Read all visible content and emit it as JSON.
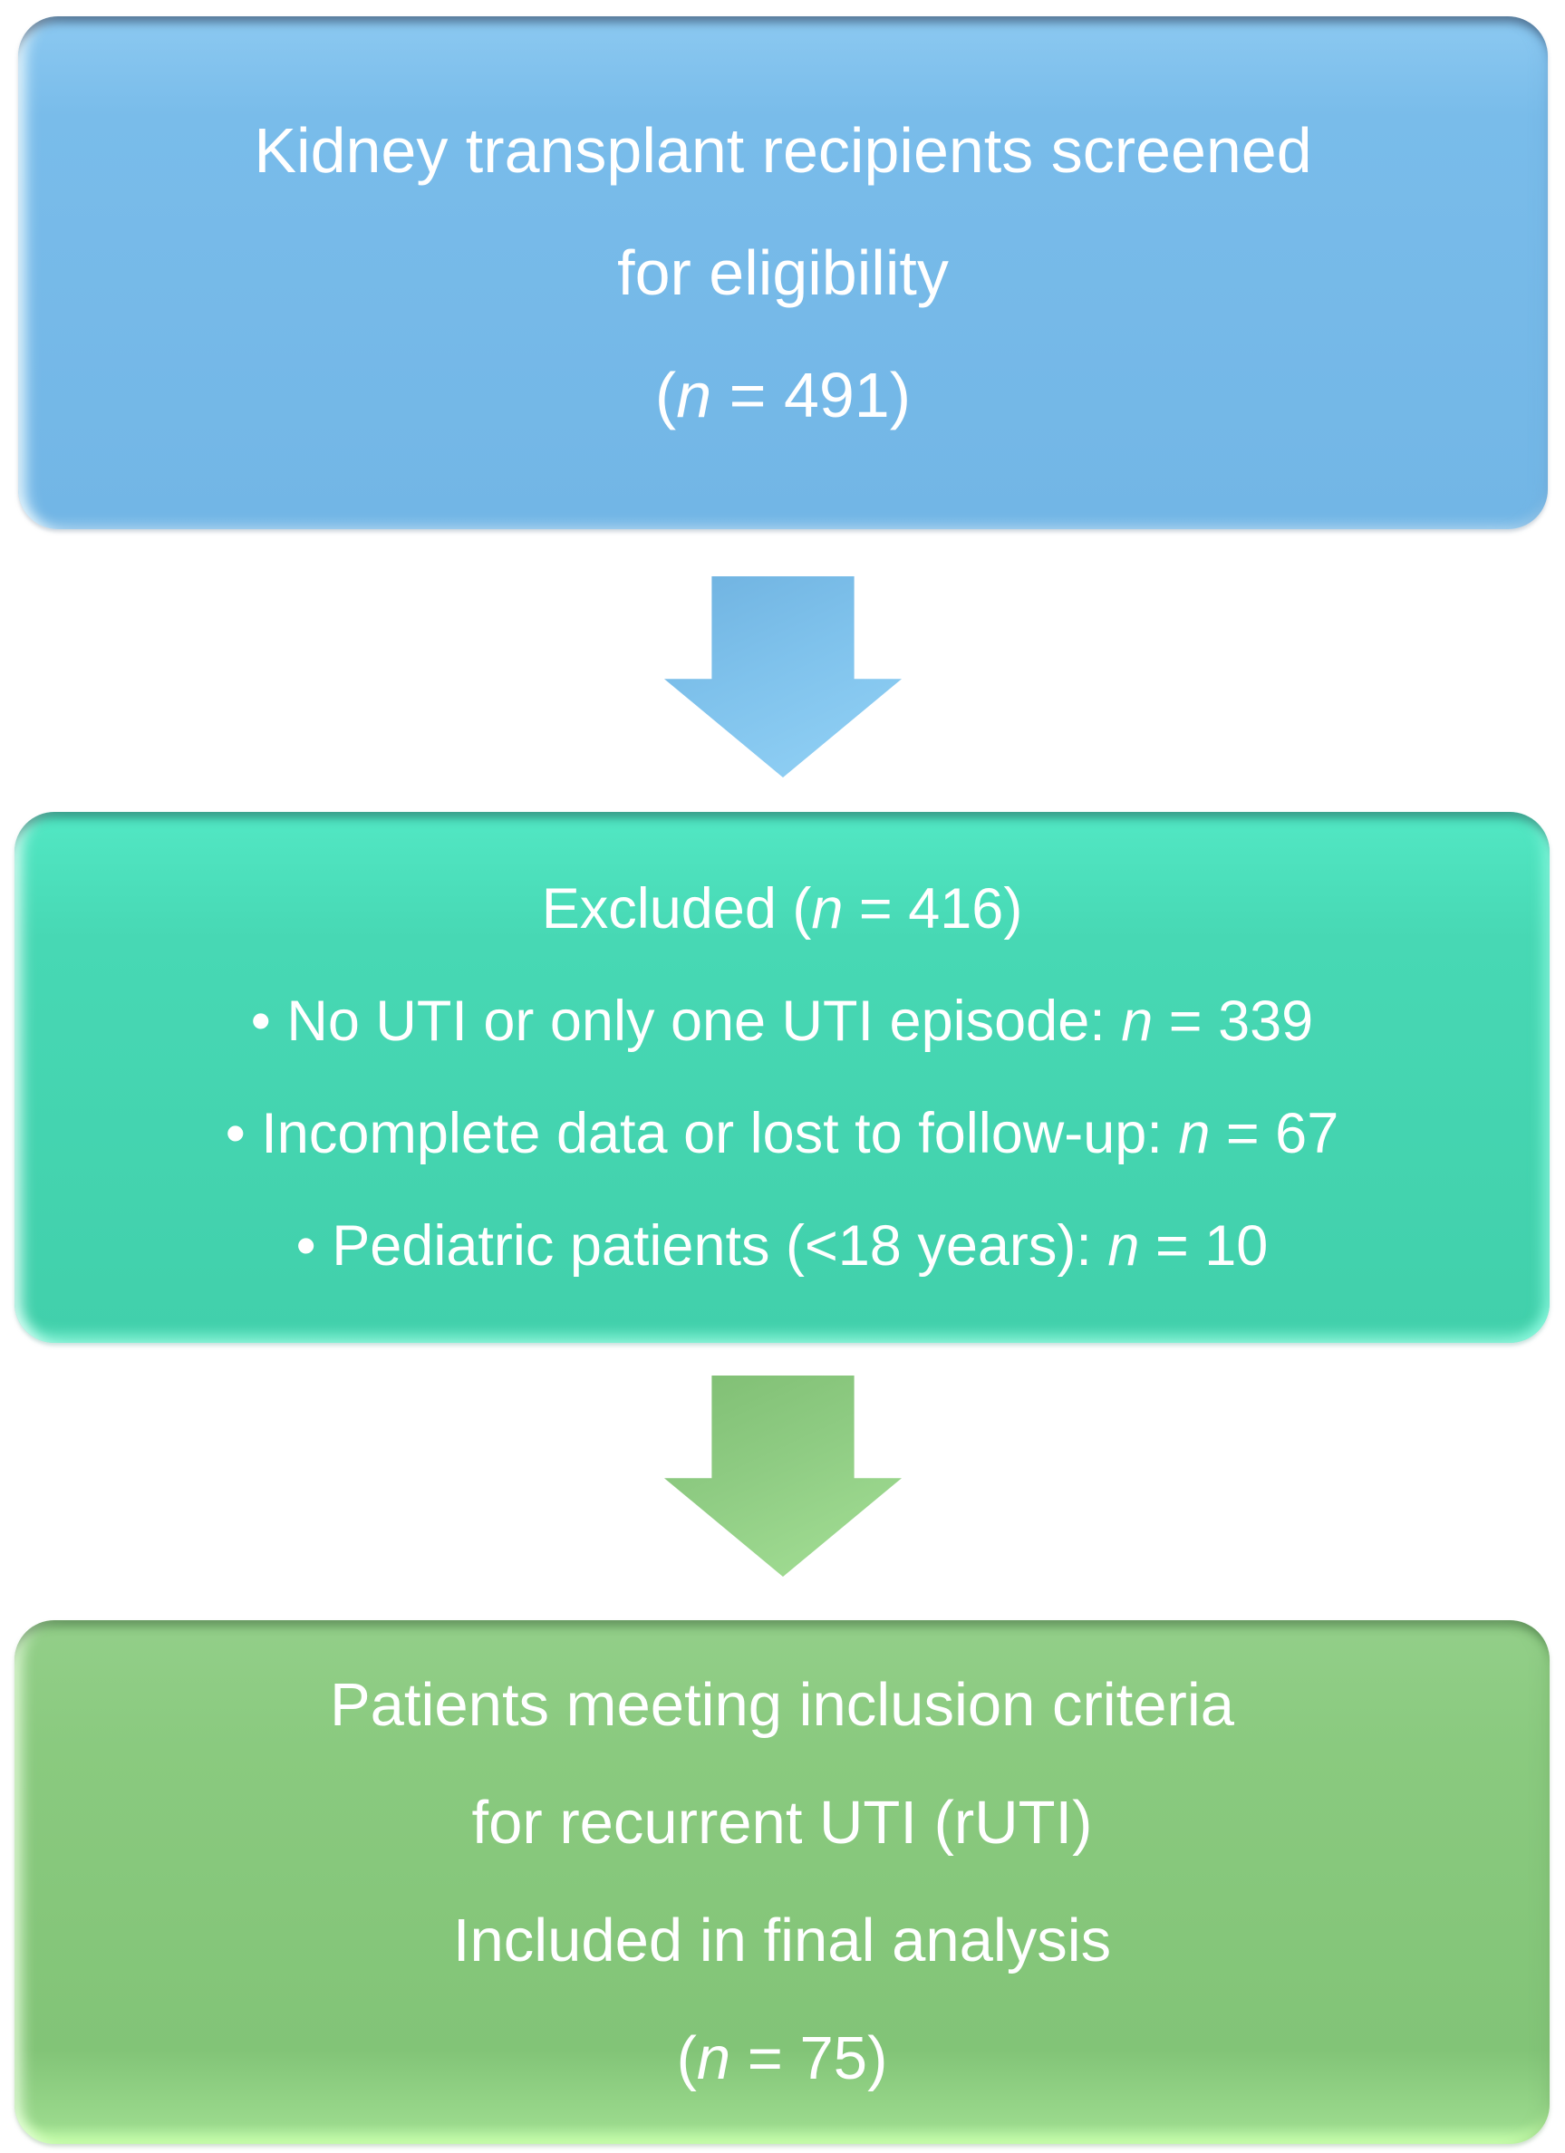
{
  "diagram": {
    "kind": "patient-flow-diagram",
    "colors": {
      "box1_fill": "#74b9e8",
      "box2_fill": "#45d6b0",
      "box3_fill": "#8aca7f",
      "arrow1_fill": "#7cc0ea",
      "arrow2_fill": "#90cc86",
      "text": "#ffffff",
      "background": "#ffffff"
    },
    "boxes": [
      {
        "id": "screened",
        "fill": "#74b9e8",
        "n": 491,
        "lines": [
          {
            "pre": "Kidney transplant recipients screened"
          },
          {
            "pre": "for eligibility"
          },
          {
            "pre": "(",
            "n": "n",
            "post": " = 491)"
          }
        ]
      },
      {
        "id": "excluded",
        "fill": "#45d6b0",
        "n": 416,
        "lines": [
          {
            "pre": "Excluded (",
            "n": "n",
            "post": " = 416)"
          },
          {
            "pre": "• No UTI or only one UTI episode: ",
            "n": "n",
            "post": " = 339"
          },
          {
            "pre": "• Incomplete data or lost to follow-up: ",
            "n": "n",
            "post": " = 67"
          },
          {
            "pre": "• Pediatric patients (<18 years): ",
            "n": "n",
            "post": " = 10"
          }
        ]
      },
      {
        "id": "included",
        "fill": "#8aca7f",
        "n": 75,
        "lines": [
          {
            "pre": "Patients meeting inclusion criteria"
          },
          {
            "pre": "for recurrent UTI (rUTI)"
          },
          {
            "pre": "Included in final analysis"
          },
          {
            "pre": "(",
            "n": "n",
            "post": " = 75)"
          }
        ]
      }
    ],
    "arrows": [
      {
        "id": "arrow-1",
        "direction": "down",
        "fill": "#7cc0ea"
      },
      {
        "id": "arrow-2",
        "direction": "down",
        "fill": "#90cc86"
      }
    ]
  }
}
